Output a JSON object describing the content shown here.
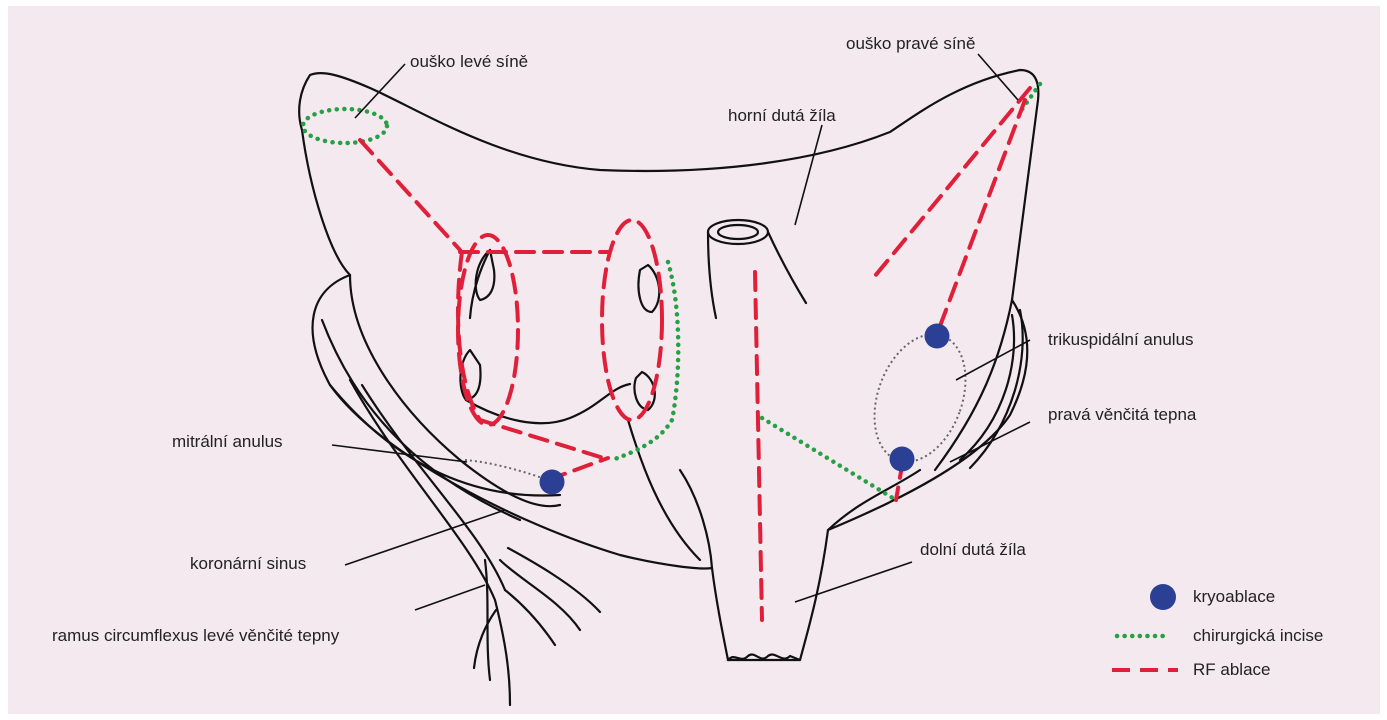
{
  "labels": {
    "left_atrial_appendage": "ouško levé síně",
    "right_atrial_appendage": "ouško pravé síně",
    "superior_vena_cava": "horní dutá žíla",
    "tricuspid_annulus": "trikuspidální anulus",
    "right_coronary_artery": "pravá věnčitá tepna",
    "mitral_annulus": "mitrální anulus",
    "coronary_sinus": "koronární sinus",
    "circumflex_branch": "ramus circumflexus levé věnčité tepny",
    "inferior_vena_cava": "dolní dutá žíla"
  },
  "legend": {
    "cryoablation": "kryoablace",
    "surgical_incision": "chirurgická incise",
    "rf_ablation": "RF ablace"
  },
  "colors": {
    "background": "#f3e9ee",
    "outline": "#111111",
    "cryo_dot": "#2b3f94",
    "incision": "#27a045",
    "rf": "#e0203a",
    "annulus_dotted": "#666666"
  }
}
